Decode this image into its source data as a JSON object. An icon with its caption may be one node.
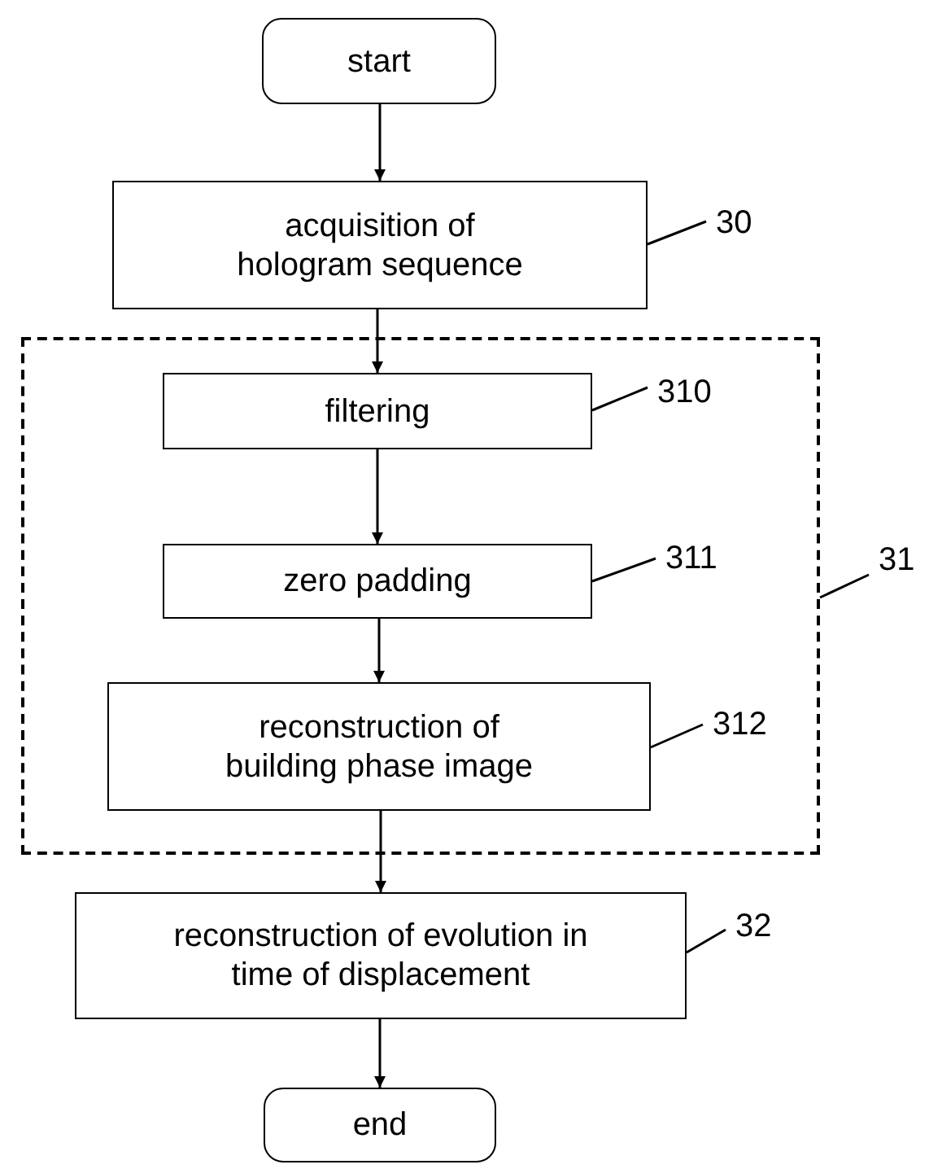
{
  "diagram": {
    "nodes": [
      {
        "text": [
          "start"
        ]
      },
      {
        "text": [
          "acquisition of hologram sequence"
        ]
      },
      {
        "text": [],
        "shape": "box"
      },
      {
        "text": [
          "filtering"
        ],
        "in": 2
      },
      {
        "text": [
          "zero padding"
        ],
        "in": 2
      },
      {
        "text": [
          "reconstruction of building phase image"
        ],
        "in": 2
      },
      {
        "text": [
          "reconstruction of evolution in time of displacement"
        ]
      },
      {
        "text": [
          "end"
        ]
      },
      {
        "text": [
          "30"
        ]
      },
      {
        "text": [
          "310"
        ],
        "in": 2
      },
      {
        "text": [
          "311"
        ],
        "in": 2
      },
      {
        "text": [
          "312"
        ],
        "in": 2
      },
      {
        "text": [
          "31"
        ]
      },
      {
        "text": [
          "32"
        ]
      }
    ],
    "edges": [
      {
        "from": 0,
        "to": 1,
        "arrow": "to"
      },
      {
        "from": 1,
        "to": 3,
        "arrow": "to"
      },
      {
        "from": 3,
        "to": 4,
        "arrow": "to"
      },
      {
        "from": 4,
        "to": 5,
        "arrow": "to"
      },
      {
        "from": 5,
        "to": 6,
        "arrow": "to"
      },
      {
        "from": 6,
        "to": 7,
        "arrow": "to"
      },
      {
        "from": 8,
        "to": 1,
        "arrow": "none"
      },
      {
        "from": 9,
        "to": 3,
        "arrow": "none"
      },
      {
        "from": 10,
        "to": 4,
        "arrow": "none"
      },
      {
        "from": 11,
        "to": 5,
        "arrow": "none"
      },
      {
        "from": 12,
        "to": 2,
        "arrow": "none"
      },
      {
        "from": 13,
        "to": 6,
        "arrow": "none"
      }
    ]
  }
}
